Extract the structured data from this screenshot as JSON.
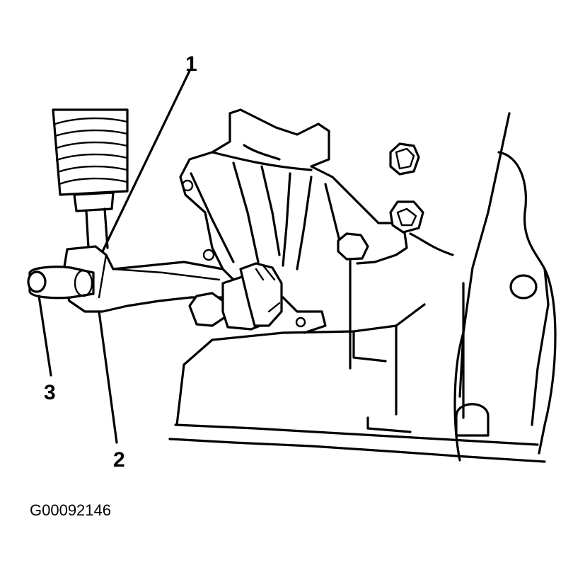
{
  "callouts": [
    {
      "id": "1",
      "label": "1"
    },
    {
      "id": "2",
      "label": "2"
    },
    {
      "id": "3",
      "label": "3"
    }
  ],
  "figure_id": "G00092146"
}
